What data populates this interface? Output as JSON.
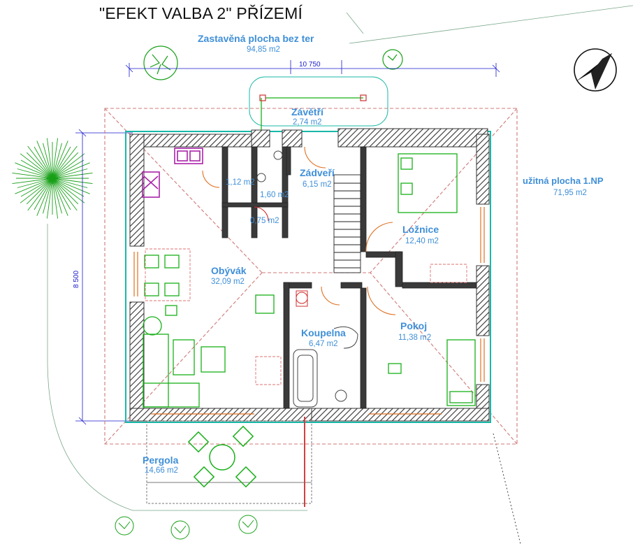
{
  "title": "\"EFEKT VALBA 2\"  PŘÍZEMÍ",
  "summary": {
    "built_area_label": "Zastavěná plocha bez ter",
    "built_area_value": "94,85 m2",
    "usable_area_label": "užitná plocha  1.NP",
    "usable_area_value": "71,95 m2"
  },
  "dimensions": {
    "width": "10 750",
    "depth": "8 500"
  },
  "rooms": [
    {
      "name": "Závětří",
      "area": "2,74 m2"
    },
    {
      "name": "Zádveří",
      "area": "6,15 m2"
    },
    {
      "name": "Ložnice",
      "area": "12,40 m2"
    },
    {
      "name": "Obývák",
      "area": "32,09 m2"
    },
    {
      "name": "Koupelna",
      "area": "6,47 m2"
    },
    {
      "name": "Pokoj",
      "area": "11,38 m2"
    },
    {
      "name": "Pergola",
      "area": "14,66 m2"
    }
  ],
  "small_rooms": [
    {
      "area": "1,12 m2"
    },
    {
      "area": "1,60 m2"
    },
    {
      "area": "0,75 m2"
    }
  ],
  "colors": {
    "wall_fill": "#3a3a3a",
    "roof_outline": "#d07878",
    "facade_line": "#18b8a8",
    "furniture": "#18b018",
    "door_swing": "#e07020",
    "text_blue": "#3f8fd8",
    "dimension": "#1a1acc",
    "kitchen": "#aa22aa"
  },
  "icons": [
    "north-arrow-icon",
    "tree-icon",
    "shrub-icon"
  ]
}
